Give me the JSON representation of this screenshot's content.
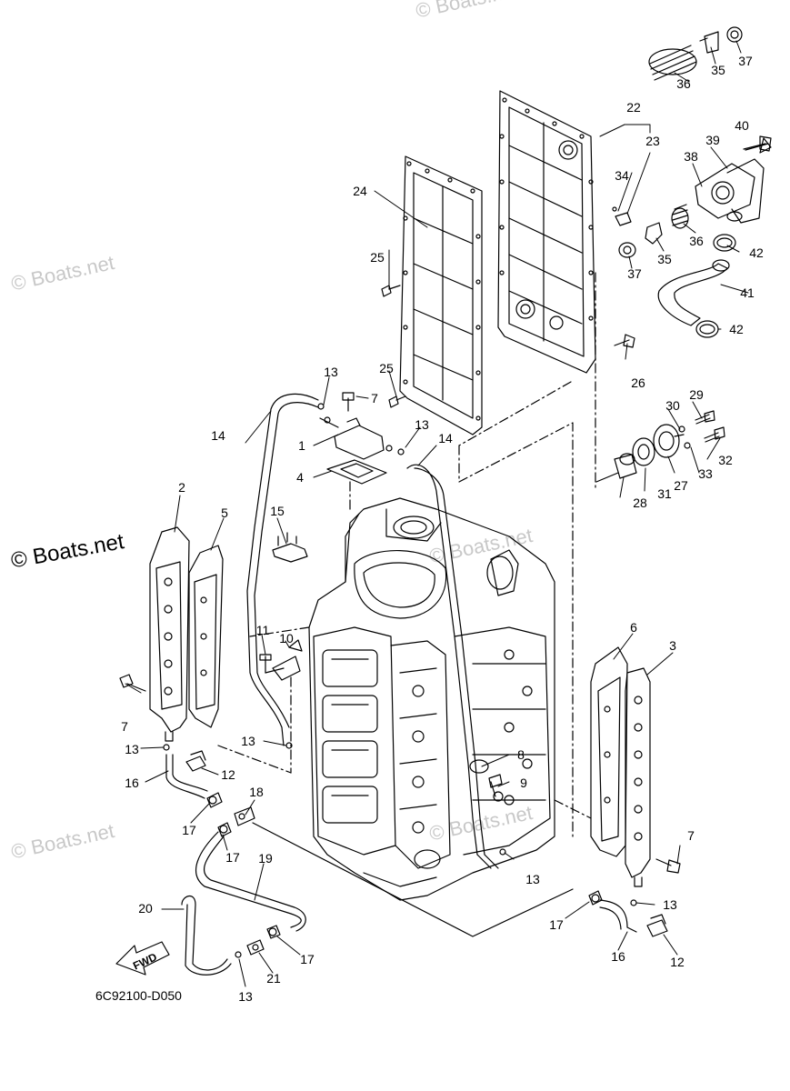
{
  "watermarks": {
    "faded": "© Boats.net",
    "dark": "© Boats.net"
  },
  "diagram_code": "6C92100-D050",
  "fwd_label": "FWD",
  "part_callouts": [
    "1",
    "2",
    "3",
    "4",
    "5",
    "6",
    "7",
    "8",
    "9",
    "10",
    "11",
    "12",
    "13",
    "14",
    "15",
    "16",
    "17",
    "18",
    "19",
    "20",
    "21",
    "22",
    "23",
    "24",
    "25",
    "26",
    "27",
    "28",
    "29",
    "30",
    "31",
    "32",
    "33",
    "34",
    "35",
    "36",
    "37",
    "38",
    "39",
    "40",
    "41",
    "42"
  ],
  "colors": {
    "ink": "#000000",
    "watermark": "#c8c8c8",
    "paper": "#ffffff"
  }
}
